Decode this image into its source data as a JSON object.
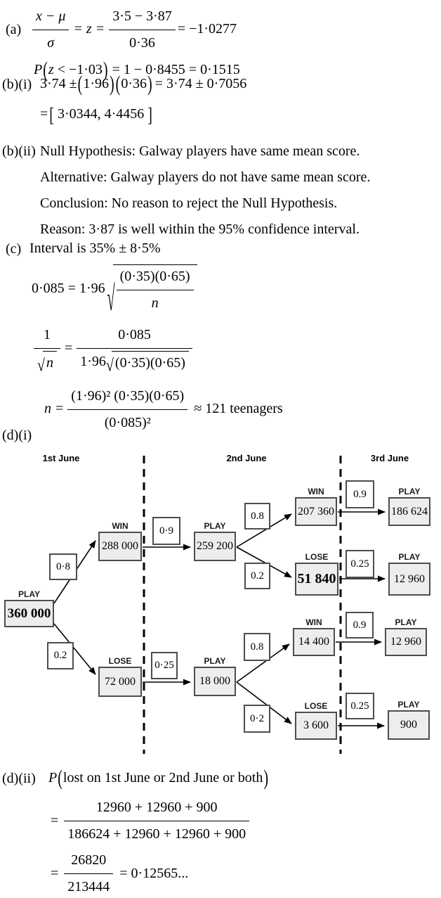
{
  "symbols": {
    "lparen": "(",
    "rparen": ")",
    "lbracket": "[",
    "rbracket": "]",
    "radical": "√"
  },
  "part_a": {
    "label": "(a)",
    "frac1": {
      "num": "x − μ",
      "den": "σ"
    },
    "eq1": "= z =",
    "frac2": {
      "num": "3·5 − 3·87",
      "den": "0·36"
    },
    "eq2": "= −1·0277",
    "line2": {
      "fn": "P",
      "arg_var": "z",
      "arg_rest": " < −1·03",
      "tail": " = 1 − 0·8455 = 0·1515"
    }
  },
  "part_b1": {
    "label": "(b)(i)",
    "line1": {
      "head": "3·74 ±",
      "factor1": "1·96",
      "factor2": "0·36",
      "tail": "= 3·74 ± 0·7056"
    },
    "line2": {
      "eq": "=",
      "interval": "3·0344,  4·4456"
    }
  },
  "part_b2": {
    "label": "(b)(ii)",
    "lines": [
      "Null Hypothesis: Galway players have same mean score.",
      "Alternative: Galway players do not have same mean score.",
      "Conclusion: No reason to reject the Null Hypothesis.",
      "Reason: 3·87 is well within the 95% confidence interval."
    ]
  },
  "part_c": {
    "label": "(c)",
    "line1": "Interval is 35% ± 8·5%",
    "line2": {
      "lhs": "0·085 = 1·96",
      "rad_num": "(0·35)(0·65)",
      "rad_den": "n"
    },
    "line3": {
      "f1_num": "1",
      "f1_den_var": "n",
      "eq": "=",
      "f2_num": "0·085",
      "f2_den_coef": "1·96",
      "f2_den_rad": "(0·35)(0·65)"
    },
    "line4": {
      "var": "n",
      "eq": "=",
      "num": "(1·96)² (0·35)(0·65)",
      "den": "(0·085)²",
      "tail": "≈ 121 teenagers"
    }
  },
  "part_d1": {
    "label": "(d)(i)"
  },
  "tree": {
    "headers": [
      "1st June",
      "2nd June",
      "3rd June"
    ],
    "nodes": [
      {
        "title": "PLAY",
        "value": "360 000"
      },
      {
        "title": "WIN",
        "value": "288 000"
      },
      {
        "title": "LOSE",
        "value": "72 000"
      },
      {
        "title": "PLAY",
        "value": "259 200"
      },
      {
        "title": "PLAY",
        "value": "18 000"
      },
      {
        "title": "WIN",
        "value": "207 360"
      },
      {
        "title": "LOSE",
        "value": "51 840"
      },
      {
        "title": "WIN",
        "value": "14 400"
      },
      {
        "title": "LOSE",
        "value": "3 600"
      },
      {
        "title": "PLAY",
        "value": "186 624"
      },
      {
        "title": "PLAY",
        "value": "12 960"
      },
      {
        "title": "PLAY",
        "value": "12 960"
      },
      {
        "title": "PLAY",
        "value": "900"
      }
    ],
    "probabilities": [
      "0·8",
      "0.2",
      "0·9",
      "0·25",
      "0.8",
      "0.2",
      "0.9",
      "0.25",
      "0.8",
      "0·2",
      "0.9",
      "0.25"
    ]
  },
  "part_d2": {
    "label": "(d)(ii)",
    "line1": {
      "fn": "P",
      "arg": "lost on 1st June or 2nd June or both"
    },
    "line2": {
      "eq": "=",
      "num": "12960 + 12960 + 900",
      "den": "186624 + 12960 + 12960 + 900"
    },
    "line3": {
      "eq": "=",
      "num": "26820",
      "den": "213444",
      "tail": "= 0·12565..."
    }
  }
}
